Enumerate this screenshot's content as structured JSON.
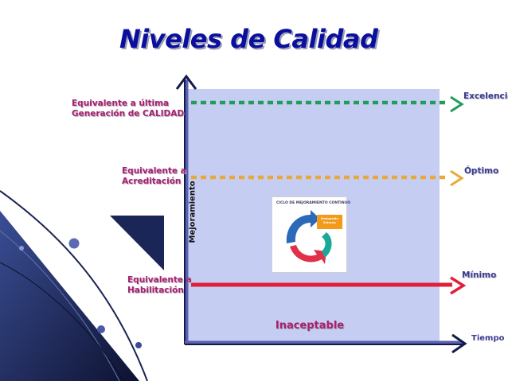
{
  "title": "Niveles de Calidad",
  "axis": {
    "y_label": "Mejoramiento",
    "x_label": "Tiempo"
  },
  "levels": [
    {
      "name": "Excelencia",
      "description_line1": "Equivalente  a última",
      "description_line2": "Generación de  CALIDAD",
      "color": "#1e9e58",
      "style": "dotted"
    },
    {
      "name": "Óptimo",
      "description_line1": "Equivalente  a",
      "description_line2": "Acreditación",
      "color": "#e8a93a",
      "style": "dotted"
    },
    {
      "name": "Mínimo",
      "description_line1": "Equivalente  a",
      "description_line2": "Habilitación",
      "color": "#e0203a",
      "style": "solid"
    }
  ],
  "below_label": "Inaceptable",
  "cycle_image": {
    "title": "CICLO DE MEJORAMIENTO CONTINUO",
    "box_label": "Evaluación Externa"
  },
  "colors": {
    "title": "#0b0f9e",
    "panel": "#c6cdf2",
    "axis": "#1a2a6e",
    "label": "#ab1f6e",
    "background_dark": "#1c2448"
  }
}
